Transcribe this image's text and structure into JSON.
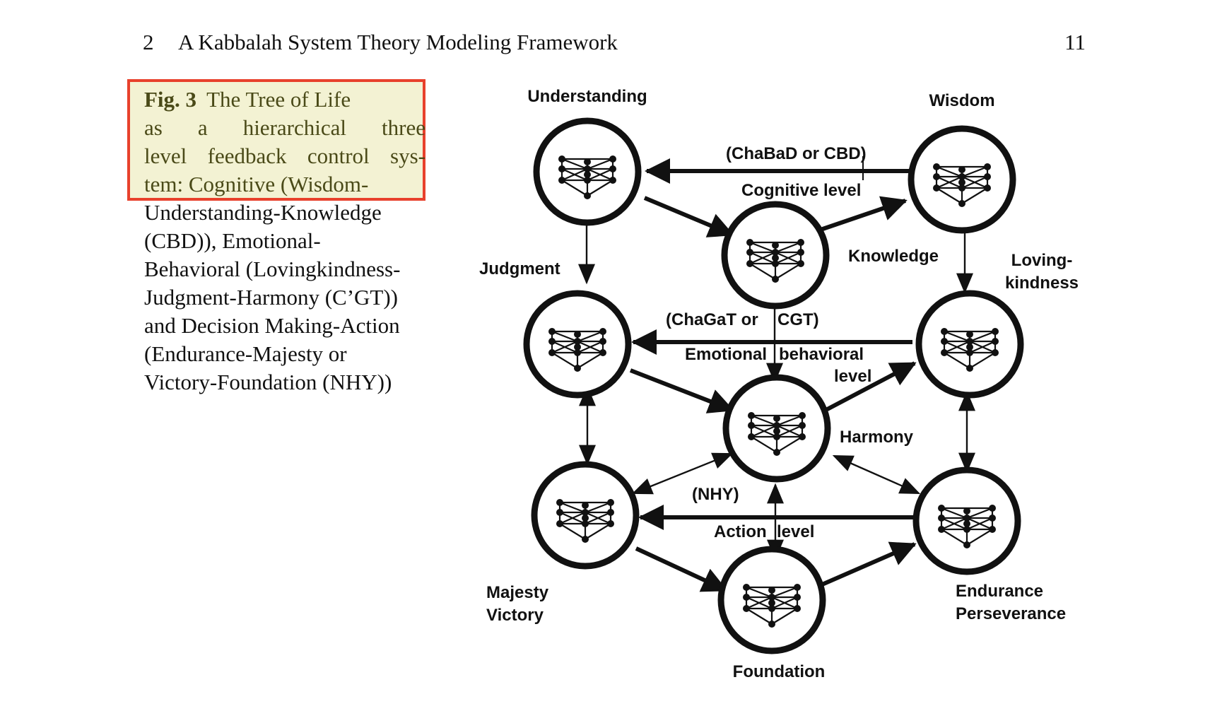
{
  "header": {
    "chapter_number": "2",
    "chapter_title": "A Kabbalah System Theory Modeling Framework",
    "page_number": "11"
  },
  "caption": {
    "label": "Fig. 3",
    "highlighted_lines": [
      "The Tree of Life",
      "as a hierarchical three",
      "level feedback control sys-",
      "tem: Cognitive (Wisdom-"
    ],
    "lines": [
      "Understanding-Knowledge",
      "(CBD)),  Emotional-",
      "Behavioral (Lovingkindness-",
      "Judgment-Harmony (C’GT))",
      "and Decision Making-Action",
      "(Endurance-Majesty  or",
      "Victory-Foundation (NHY))"
    ],
    "highlight_color": "#e8412c"
  },
  "figure": {
    "nodes": {
      "understanding": "Understanding",
      "wisdom": "Wisdom",
      "knowledge": "Knowledge",
      "judgment": "Judgment",
      "lovingkindness_line1": "Loving-",
      "lovingkindness_line2": "kindness",
      "harmony": "Harmony",
      "majesty_line1": "Majesty",
      "majesty_line2": "Victory",
      "endurance_line1": "Endurance",
      "endurance_line2": "Perseverance",
      "foundation": "Foundation"
    },
    "levels": {
      "cognitive_acronym": "(ChaBaD or CBD)",
      "cognitive_name": "Cognitive level",
      "emotional_acronym_part1": "(ChaGaT or",
      "emotional_acronym_part2": "CGT)",
      "emotional_name_part1": "Emotional",
      "emotional_name_part2": "behavioral",
      "emotional_name_line2": "level",
      "action_acronym": "(NHY)",
      "action_name_part1": "Action",
      "action_name_part2": "level"
    }
  }
}
